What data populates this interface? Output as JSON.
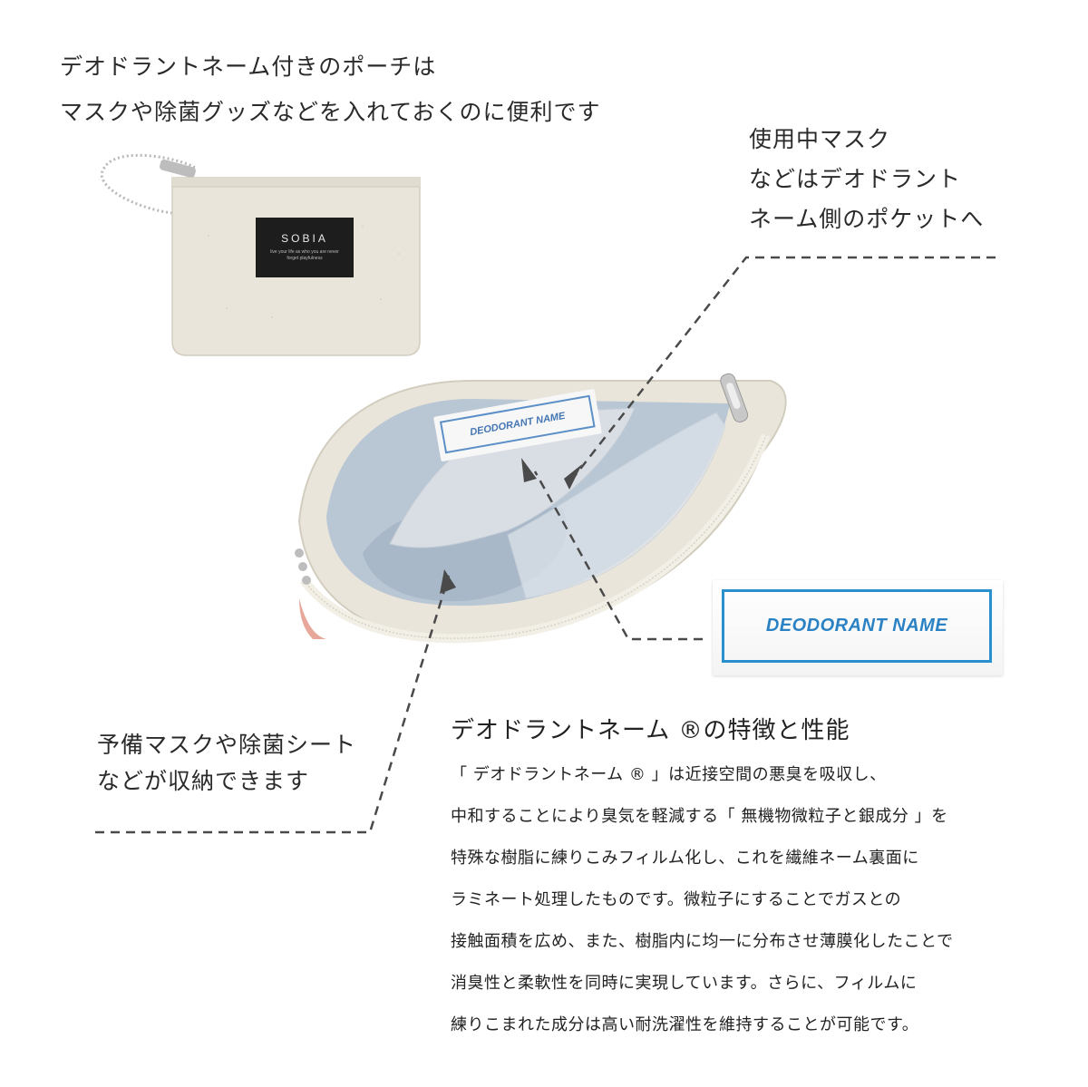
{
  "intro": {
    "line1": "デオドラントネーム付きのポーチは",
    "line2": "マスクや除菌グッズなどを入れておくのに便利です"
  },
  "callout_right": {
    "line1": "使用中マスク",
    "line2": "などはデオドラント",
    "line3": "ネーム側のポケットへ"
  },
  "callout_left": {
    "line1": "予備マスクや除菌シート",
    "line2": "などが収納できます"
  },
  "pouch": {
    "brand": "SOBIA",
    "slogan": "live your life as who you are never forget playfulness"
  },
  "label_sample": {
    "text": "DEODORANT NAME"
  },
  "features": {
    "title": "デオドラントネーム ®の特徴と性能",
    "lines": [
      "「 デオドラントネーム ® 」は近接空間の悪臭を吸収し、",
      "中和することにより臭気を軽減する「 無機物微粒子と銀成分 」を",
      "特殊な樹脂に練りこみフィルム化し、これを繊維ネーム裏面に",
      "ラミネート処理したものです。微粒子にすることでガスとの",
      "接触面積を広め、また、樹脂内に均一に分布させ薄膜化したことで",
      "消臭性と柔軟性を同時に実現しています。さらに、フィルムに",
      "練りこまれた成分は高い耐洗濯性を維持することが可能です。"
    ]
  },
  "colors": {
    "label_blue": "#2a8fcf",
    "canvas": "#e9e5da",
    "lining": "#b9c6d4",
    "tag_black": "#1d1d1d"
  }
}
